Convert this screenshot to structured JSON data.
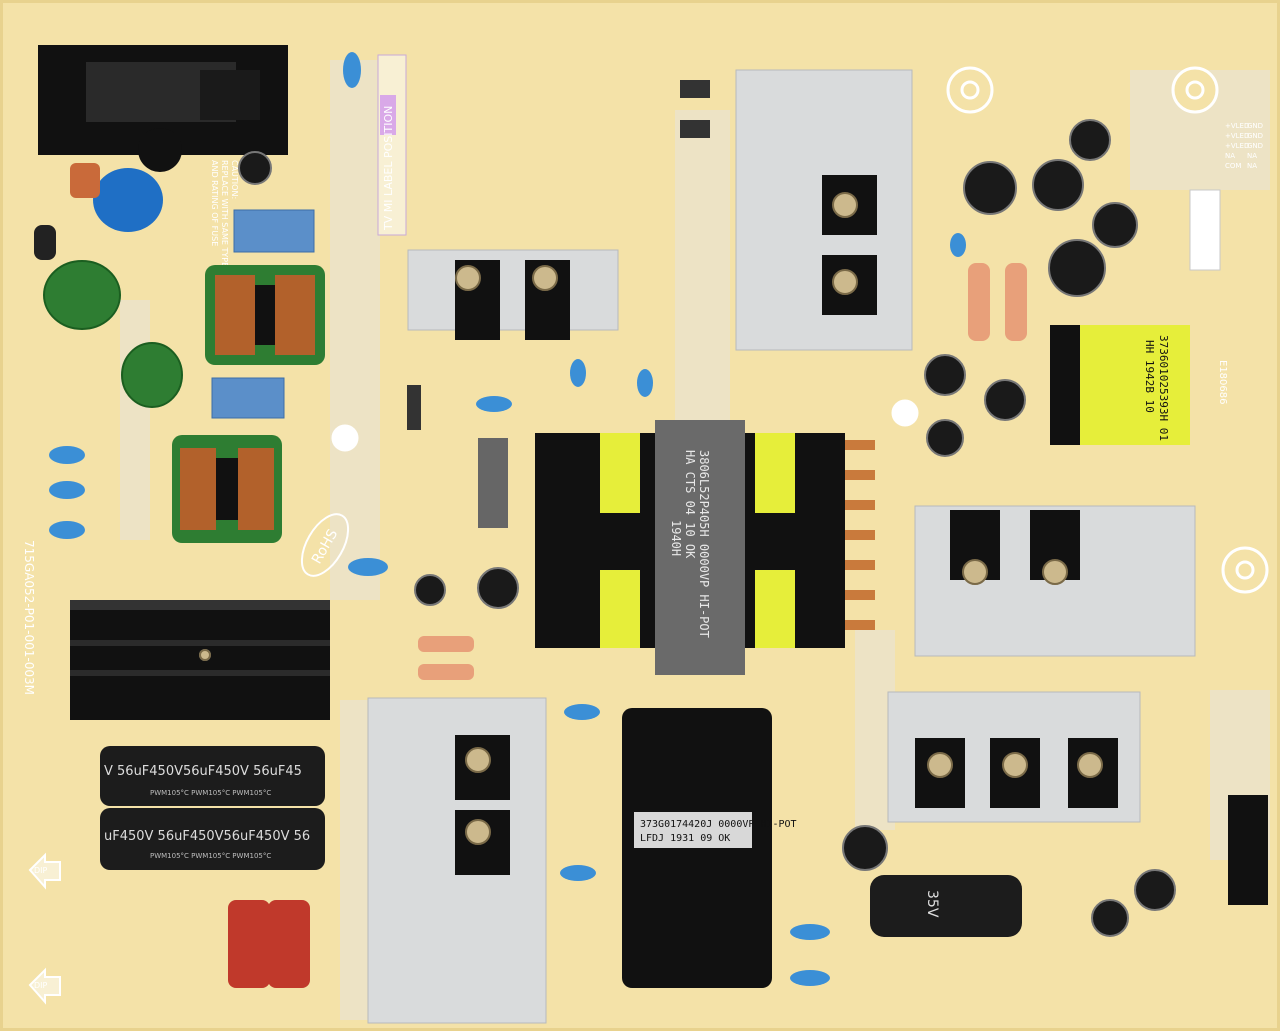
{
  "colors": {
    "pcb": "#f4e2a8",
    "silkscreen": "#ffffff",
    "heatsink": "#d9dbdc",
    "capacitor_black": "#1c1c1c",
    "copper_coil": "#b2612b",
    "y_cap_blue": "#3b8fd6",
    "varistor_green": "#2e7d32",
    "x_cap_blue": "#5b8fc9",
    "transformer_yellow": "#e6ee3a",
    "film_cap_red": "#c0392b"
  },
  "board": {
    "label_position_text": "TV MI LABEL POSITION",
    "part_number": "715GA052-P01-001-003M",
    "rohs": "RoHS",
    "dip_top": "DIP",
    "dip_bottom": "DIP",
    "cert_code": "E180686",
    "caution_lines": [
      "CAUTION:",
      "REPLACE WITH SAME TYPE",
      "AND RATING OF FUSE"
    ],
    "connector_pins_top": [
      "+VLED",
      "+VLED",
      "+VLED",
      "GND",
      "GND",
      "GND",
      "NA",
      "NA",
      "COM",
      "NA"
    ]
  },
  "main_transformer": {
    "line1": "3806L52P405H  0000VP  HI-POT",
    "line2": "HA  CTS 04    10  OK",
    "line3": "1940H"
  },
  "small_transformer": {
    "line1": "373601025393H  01",
    "line2": "HH  1942B  10"
  },
  "standby_transformer": {
    "line1": "373G0174420J  0000VP  HI-POT",
    "line2": "LFDJ  1931  09  OK"
  },
  "bulk_caps": {
    "cap1": "V  56uF450V56uF450V  56uF45",
    "cap1_sub": "PWM105°C  PWM105°C  PWM105°C",
    "cap2": "uF450V  56uF450V56uF450V  56",
    "cap2_sub": "PWM105°C  PWM105°C  PWM105°C"
  },
  "aux_cap_text": "35V",
  "icons": [
    "screw-icon",
    "mounting-hole-icon",
    "arrow-left-icon"
  ]
}
